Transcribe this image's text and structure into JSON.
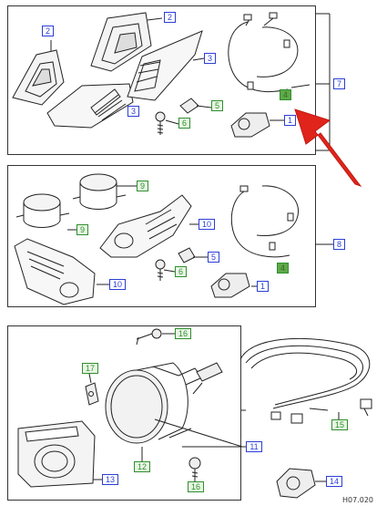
{
  "diagram": {
    "groups": [
      {
        "id": "group-a",
        "group_label": "7",
        "callouts": [
          "2",
          "2",
          "3",
          "3",
          "4",
          "5",
          "6",
          "1"
        ]
      },
      {
        "id": "group-b",
        "group_label": "8",
        "callouts": [
          "9",
          "9",
          "10",
          "10",
          "5",
          "6",
          "4",
          "1"
        ]
      },
      {
        "id": "group-c",
        "group_label": "11",
        "callouts": [
          "16",
          "17",
          "16",
          "12",
          "13",
          "15",
          "14"
        ]
      }
    ],
    "drawing_code": "H07.020",
    "colors": {
      "callout_blue": "#2b3fd6",
      "callout_green": "#2f8f2f",
      "arrow_red": "#e0241b"
    }
  }
}
